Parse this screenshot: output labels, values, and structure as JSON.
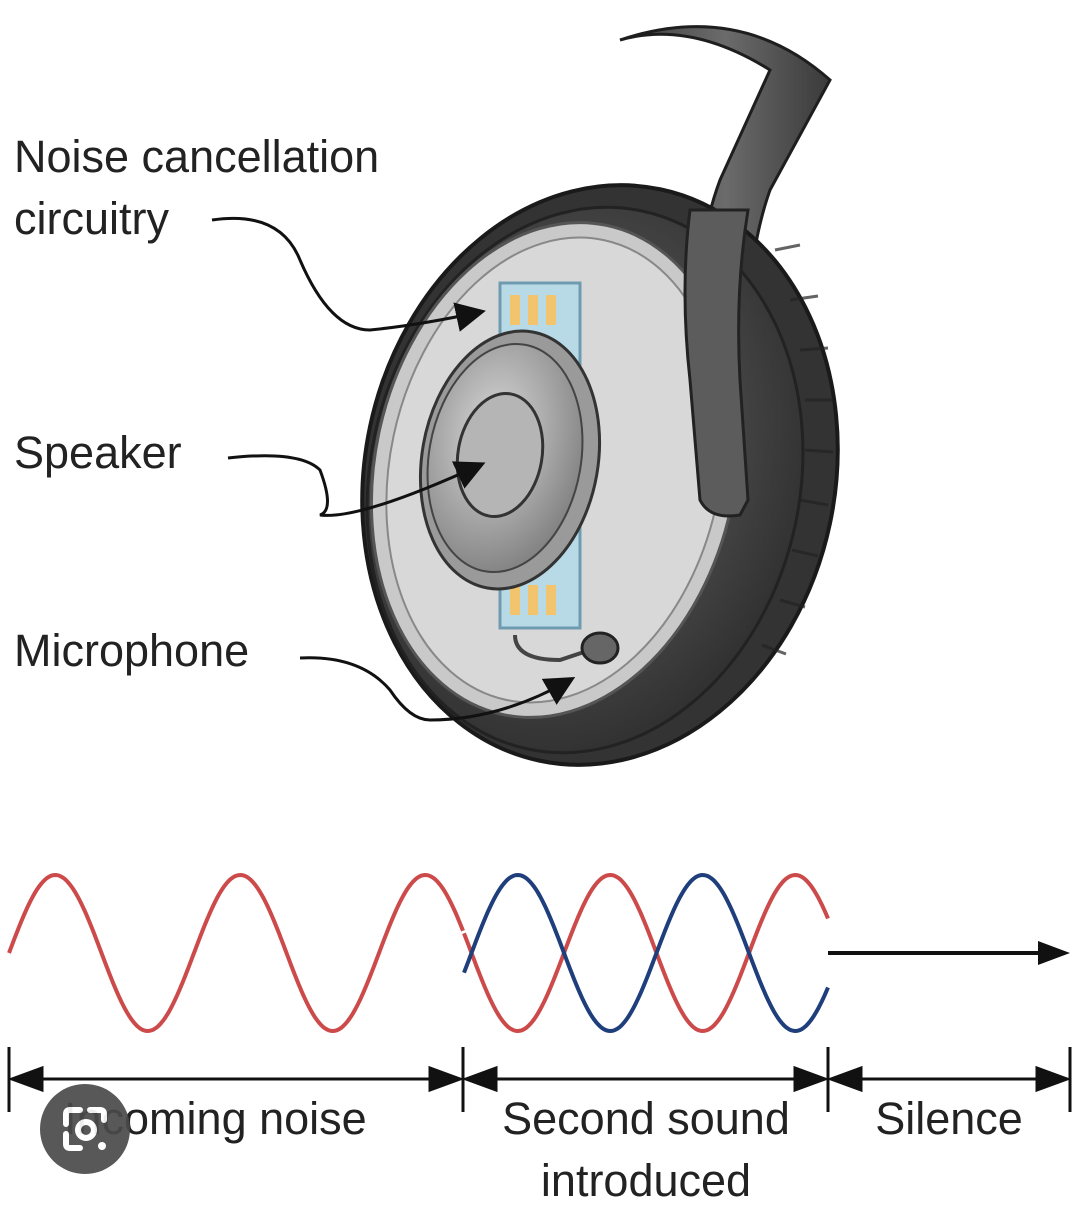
{
  "labels": {
    "noise_circuitry_line1": "Noise cancellation",
    "noise_circuitry_line2": "circuitry",
    "speaker": "Speaker",
    "microphone": "Microphone"
  },
  "segments": {
    "incoming": "Incoming noise",
    "second_line1": "Second sound",
    "second_line2": "introduced",
    "silence": "Silence"
  },
  "colors": {
    "noise_wave": "#cc4a4a",
    "inverted_wave": "#1f3e7c",
    "headphone_dark": "#4d4d4d",
    "pcb_board": "#b8d9e6",
    "pcb_pads": "#f2c46e"
  },
  "icons": {
    "lens": "google-lens-icon"
  }
}
